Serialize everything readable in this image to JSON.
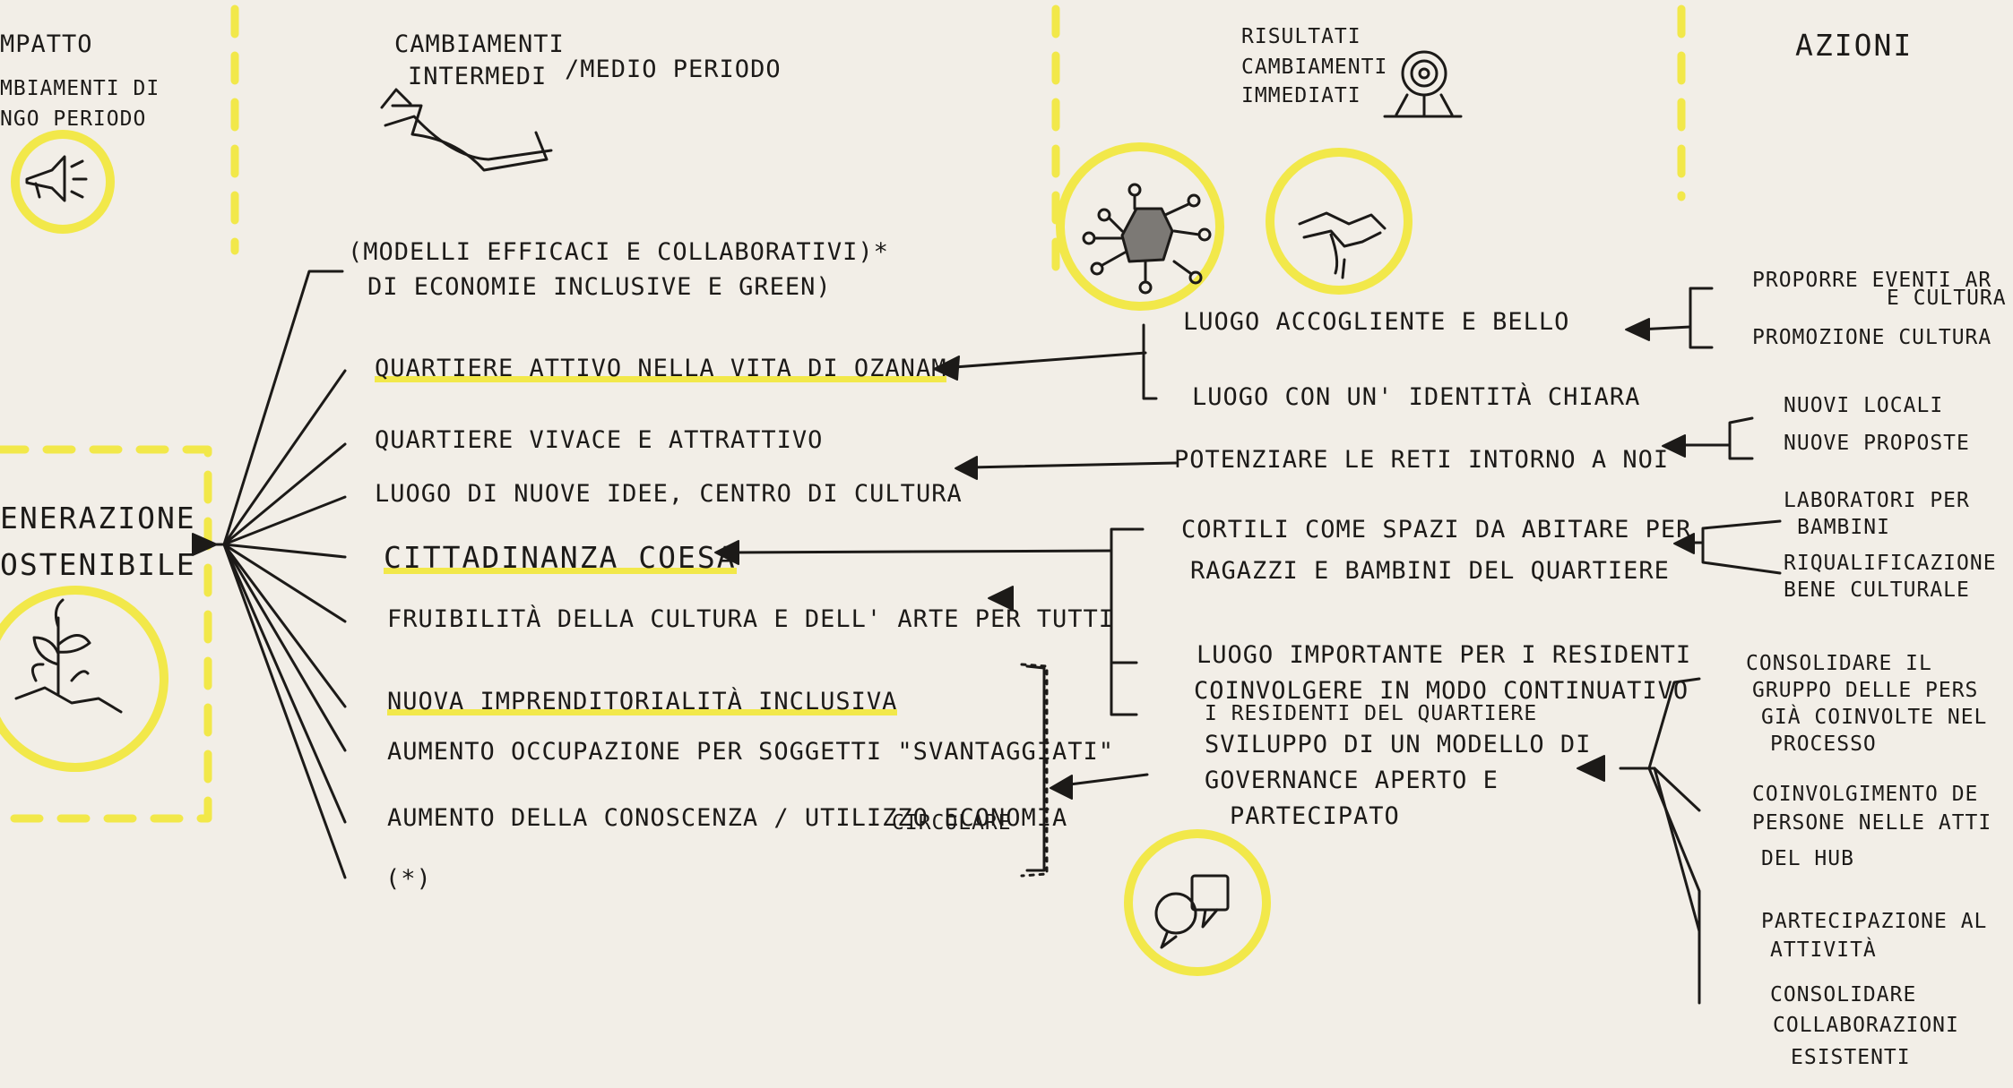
{
  "headers": {
    "impatto": {
      "title": "MPATTO",
      "line1": "MBIAMENTI DI",
      "line2": "NGO PERIODO"
    },
    "intermedi": {
      "line1": "CAMBIAMENTI",
      "line2": "INTERMEDI",
      "line3": "/MEDIO PERIODO"
    },
    "risultati": {
      "line1": "RISULTATI",
      "line2": "CAMBIAMENTI",
      "line3": "IMMEDIATI"
    },
    "azioni": {
      "title": "AZIONI"
    }
  },
  "impact_box": {
    "line1": "ENERAZIONE",
    "line2": "OSTENIBILE"
  },
  "medium_term": [
    {
      "text": "(MODELLI EFFICACI E COLLABORATIVI)*"
    },
    {
      "text": "DI ECONOMIE INCLUSIVE E GREEN)"
    },
    {
      "text": "QUARTIERE ATTIVO NELLA VITA DI OZANAM"
    },
    {
      "text": "QUARTIERE VIVACE E ATTRATTIVO"
    },
    {
      "text": "LUOGO DI NUOVE IDEE, CENTRO DI CULTURA"
    },
    {
      "text": "CITTADINANZA COESA"
    },
    {
      "text": "FRUIBILITÀ DELLA CULTURA E DELL' ARTE PER TUTTI"
    },
    {
      "text": "NUOVA IMPRENDITORIALITÀ INCLUSIVA"
    },
    {
      "text": "AUMENTO OCCUPAZIONE PER SOGGETTI \"SVANTAGGIATI\""
    },
    {
      "text": "AUMENTO DELLA CONOSCENZA / UTILIZZO ECONOMIA"
    },
    {
      "text": "CIRCOLARE"
    },
    {
      "text": "(*)"
    }
  ],
  "results": [
    {
      "text": "LUOGO ACCOGLIENTE E BELLO"
    },
    {
      "text": "LUOGO CON UN' IDENTITÀ CHIARA"
    },
    {
      "text": "POTENZIARE LE RETI INTORNO A NOI"
    },
    {
      "text": "CORTILI COME SPAZI DA ABITARE PER"
    },
    {
      "text": "RAGAZZI E BAMBINI DEL QUARTIERE"
    },
    {
      "text": "LUOGO IMPORTANTE PER I RESIDENTI"
    },
    {
      "text": "COINVOLGERE IN MODO CONTINUATIVO"
    },
    {
      "text": "I RESIDENTI DEL QUARTIERE"
    },
    {
      "text": "SVILUPPO DI UN MODELLO DI"
    },
    {
      "text": "GOVERNANCE APERTO E"
    },
    {
      "text": "PARTECIPATO"
    }
  ],
  "actions": [
    {
      "text": "PROPORRE EVENTI AR"
    },
    {
      "text": "E CULTURA"
    },
    {
      "text": "PROMOZIONE CULTURA"
    },
    {
      "text": "NUOVI LOCALI"
    },
    {
      "text": "NUOVE PROPOSTE"
    },
    {
      "text": "LABORATORI PER"
    },
    {
      "text": "BAMBINI"
    },
    {
      "text": "RIQUALIFICAZIONE"
    },
    {
      "text": "BENE CULTURALE"
    },
    {
      "text": "CONSOLIDARE IL"
    },
    {
      "text": "GRUPPO DELLE PERS"
    },
    {
      "text": "GIÀ COINVOLTE NEL"
    },
    {
      "text": "PROCESSO"
    },
    {
      "text": "COINVOLGIMENTO DE"
    },
    {
      "text": "PERSONE NELLE ATTI"
    },
    {
      "text": "DEL HUB"
    },
    {
      "text": "PARTECIPAZIONE AL"
    },
    {
      "text": "ATTIVITÀ"
    },
    {
      "text": "CONSOLIDARE"
    },
    {
      "text": "COLLABORAZIONI"
    },
    {
      "text": "ESISTENTI"
    }
  ],
  "icons": [
    "megaphone-icon",
    "arrows-icon",
    "target-icon",
    "house-network-icon",
    "handshake-icon",
    "plant-icon",
    "speech-bubbles-icon"
  ],
  "colors": {
    "paper": "#f2eee7",
    "ink": "#1c1a18",
    "highlight": "#f2e84a"
  }
}
